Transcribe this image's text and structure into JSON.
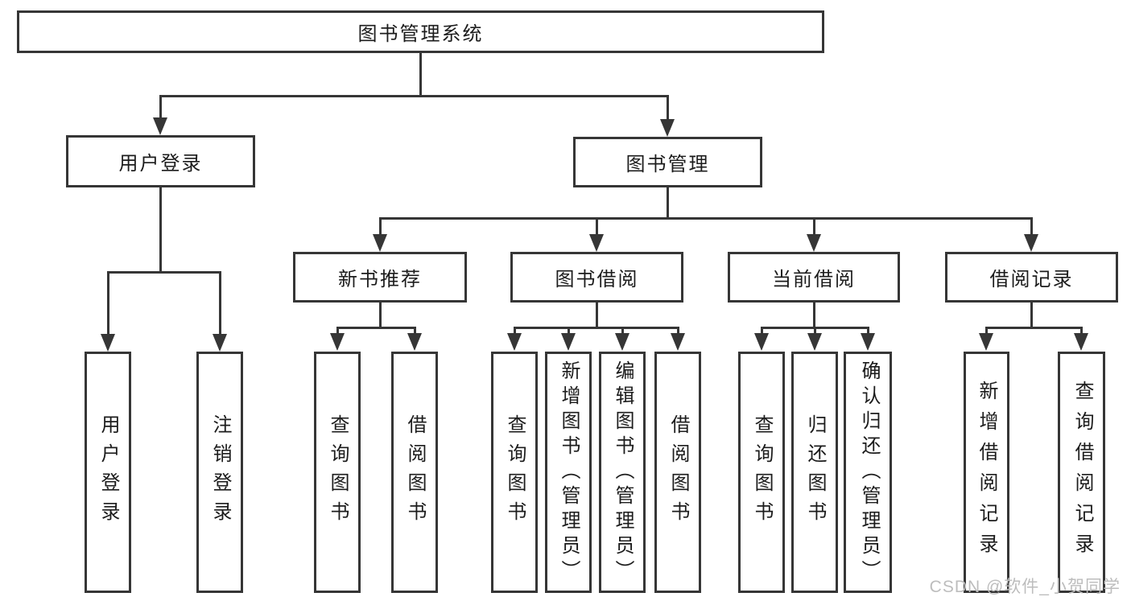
{
  "diagram": {
    "title": "图书管理系统",
    "root": {
      "label": "图书管理系统"
    },
    "level2": [
      {
        "id": "user-login",
        "label": "用户登录"
      },
      {
        "id": "book-management",
        "label": "图书管理"
      }
    ],
    "level3": [
      {
        "id": "new-book-recommend",
        "label": "新书推荐"
      },
      {
        "id": "book-borrow",
        "label": "图书借阅"
      },
      {
        "id": "current-borrow",
        "label": "当前借阅"
      },
      {
        "id": "borrow-record",
        "label": "借阅记录"
      }
    ],
    "leaves": {
      "user_login": [
        "用户登录",
        "注销登录"
      ],
      "new_book_recommend": [
        "查询图书",
        "借阅图书"
      ],
      "book_borrow": [
        "查询图书",
        "新增图书（管理员）",
        "编辑图书（管理员）",
        "借阅图书"
      ],
      "current_borrow": [
        "查询图书",
        "归还图书",
        "确认归还（管理员）"
      ],
      "borrow_record": [
        "新增借阅记录",
        "查询借阅记录"
      ]
    }
  },
  "watermark": {
    "text": "CSDN @软件_小贺同学"
  },
  "colors": {
    "line": "#363636",
    "text": "#1c1c1c",
    "background": "#ffffff",
    "watermark": "#bdbdbd"
  }
}
